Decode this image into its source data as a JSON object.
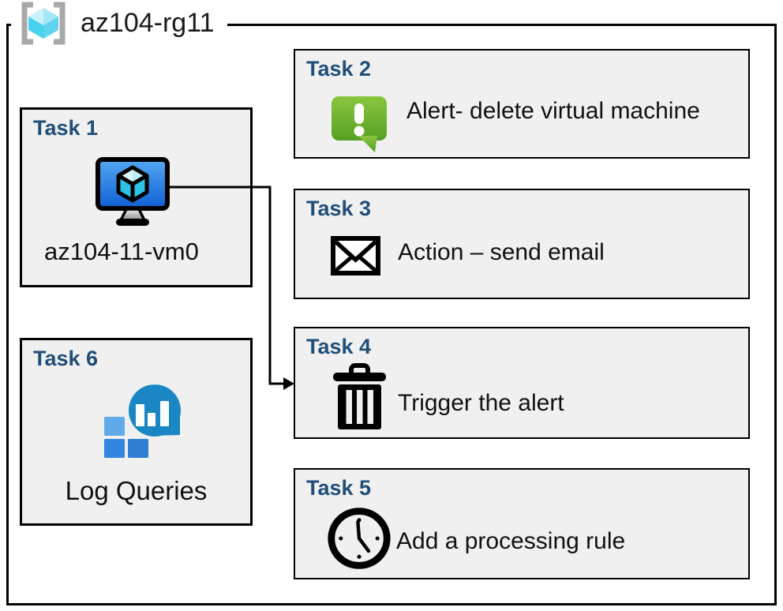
{
  "resource_group": {
    "name": "az104-rg11",
    "icon": "resource-group-icon"
  },
  "tasks": [
    {
      "label": "Task 1",
      "item": "az104-11-vm0",
      "icon": "virtual-machine-icon"
    },
    {
      "label": "Task 2",
      "item": "Alert- delete virtual machine",
      "icon": "alert-icon"
    },
    {
      "label": "Task 3",
      "item": "Action – send email",
      "icon": "email-icon"
    },
    {
      "label": "Task 4",
      "item": "Trigger the alert",
      "icon": "trash-icon"
    },
    {
      "label": "Task 5",
      "item": "Add a processing rule",
      "icon": "clock-icon"
    },
    {
      "label": "Task 6",
      "item": "Log Queries",
      "icon": "log-analytics-icon"
    }
  ],
  "connector": {
    "from": "Task 1 virtual machine",
    "to": "Task 4"
  },
  "colors": {
    "task_label": "#1F4E79",
    "box_fill": "#F0F0F0",
    "border": "#000000",
    "alert_green_top": "#8AC63F",
    "alert_green_bottom": "#55A021",
    "vm_screen_top": "#4FA1F0",
    "vm_screen_bottom": "#0E60D4",
    "log_bubble_top": "#3ED2F0",
    "log_bubble_bottom": "#1B86C4",
    "rg_cube_cyan": "#4ED2EF",
    "bracket_gray": "#A9A9A9"
  }
}
